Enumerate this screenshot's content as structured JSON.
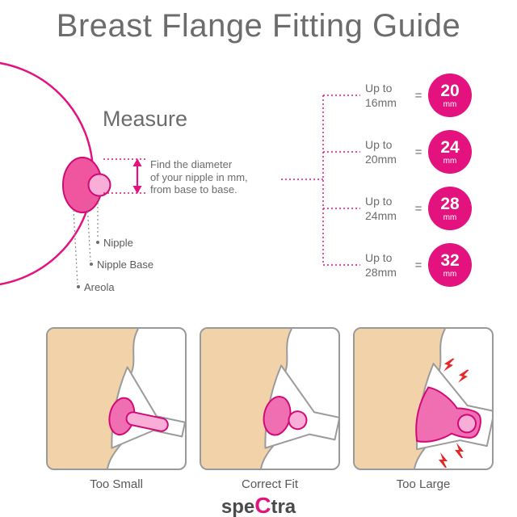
{
  "title": "Breast Flange Fitting Guide",
  "measure": {
    "heading": "Measure",
    "instruction_lines": [
      "Find the diameter",
      "of your nipple in mm,",
      "from base to base."
    ]
  },
  "anatomy": {
    "nipple": "Nipple",
    "nipple_base": "Nipple Base",
    "areola": "Areola"
  },
  "size_chart": {
    "rows": [
      {
        "range_top": "Up to",
        "range_bottom": "16mm",
        "equals": "=",
        "size": "20",
        "unit": "mm"
      },
      {
        "range_top": "Up to",
        "range_bottom": "20mm",
        "equals": "=",
        "size": "24",
        "unit": "mm"
      },
      {
        "range_top": "Up to",
        "range_bottom": "24mm",
        "equals": "=",
        "size": "28",
        "unit": "mm"
      },
      {
        "range_top": "Up to",
        "range_bottom": "28mm",
        "equals": "=",
        "size": "32",
        "unit": "mm"
      }
    ]
  },
  "fit_panels": [
    {
      "label": "Too Small"
    },
    {
      "label": "Correct Fit"
    },
    {
      "label": "Too Large"
    }
  ],
  "logo": {
    "pre": "spe",
    "accent": "C",
    "post": "tra"
  },
  "colors": {
    "accent_pink": "#E3127E",
    "nipple_pink_dark": "#F06FB2",
    "nipple_pink_light": "#F8AED6",
    "text_gray": "#6C6C6C",
    "skin": "#F2D2A8",
    "pain_red": "#E8262A"
  }
}
